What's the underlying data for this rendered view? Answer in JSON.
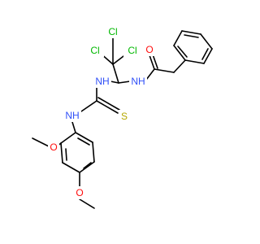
{
  "colors": {
    "bond": "#000000",
    "carbon": "#000000",
    "chlorine": "#00b800",
    "oxygen": "#ff0d0d",
    "nitrogen": "#3050f8",
    "sulfur": "#b5a800"
  },
  "atom_labels": {
    "cl_top": "Cl",
    "cl_left": "Cl",
    "cl_right": "Cl",
    "o_carbonyl": "O",
    "nh_amide": "NH",
    "nh_upper_thiourea": "NH",
    "nh_lower_thiourea": "NH",
    "s_thione": "S",
    "o_methoxy_left": "O",
    "o_methoxy_bottom": "O"
  }
}
